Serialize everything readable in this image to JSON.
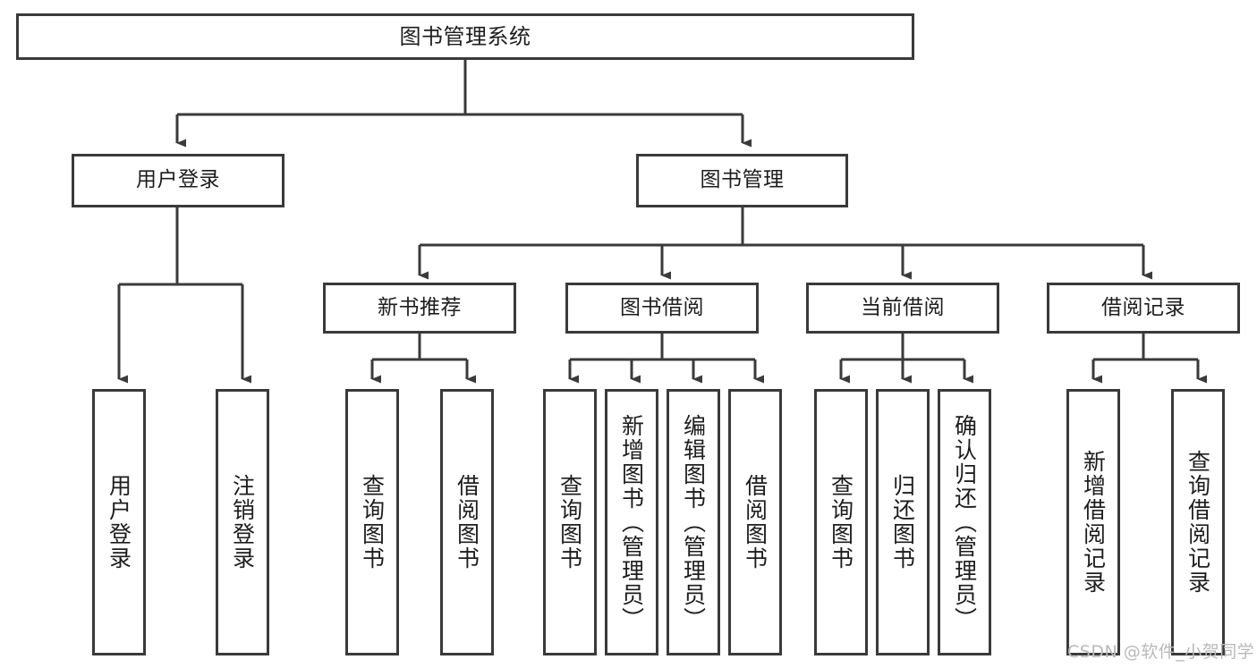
{
  "diagram": {
    "title": "图书管理系统",
    "type": "functional-structure-tree",
    "line_color": "#3a3a3c",
    "text_color": "#1d1d1f",
    "background_color": "#ffffff",
    "watermark": "CSDN @软件_小贺同学"
  },
  "nodes": {
    "root": {
      "label": "图书管理系统"
    },
    "level2": [
      {
        "label": "用户登录"
      },
      {
        "label": "图书管理"
      }
    ],
    "level3": [
      {
        "label": "新书推荐"
      },
      {
        "label": "图书借阅"
      },
      {
        "label": "当前借阅"
      },
      {
        "label": "借阅记录"
      }
    ],
    "leaves": {
      "user_login": [
        {
          "label": "用户登录"
        },
        {
          "label": "注销登录"
        }
      ],
      "new_book_recommend": [
        {
          "label": "查询图书"
        },
        {
          "label": "借阅图书"
        }
      ],
      "book_borrow": [
        {
          "label": "查询图书"
        },
        {
          "label": "新增图书（管理员）"
        },
        {
          "label": "编辑图书（管理员）"
        },
        {
          "label": "借阅图书"
        }
      ],
      "current_borrow": [
        {
          "label": "查询图书"
        },
        {
          "label": "归还图书"
        },
        {
          "label": "确认归还（管理员）"
        }
      ],
      "borrow_records": [
        {
          "label": "新增借阅记录"
        },
        {
          "label": "查询借阅记录"
        }
      ]
    }
  }
}
